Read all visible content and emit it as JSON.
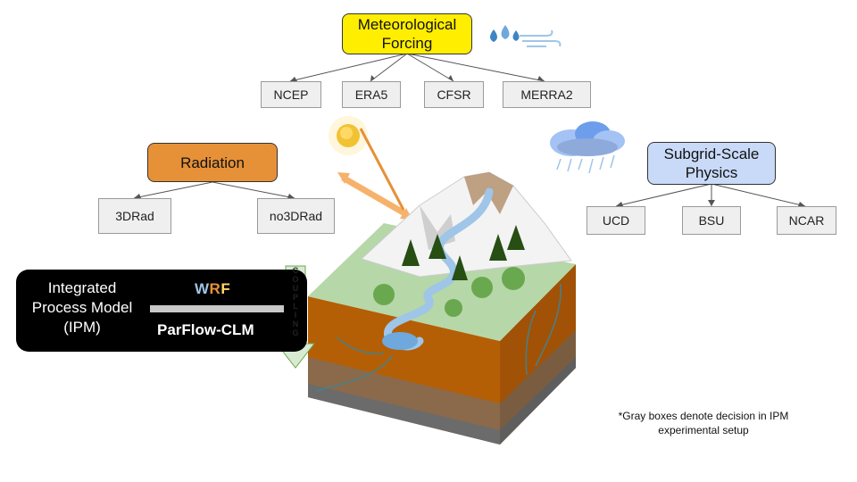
{
  "meteorological": {
    "title": "Meteorological Forcing",
    "options": [
      "NCEP",
      "ERA5",
      "CFSR",
      "MERRA2"
    ]
  },
  "radiation": {
    "title": "Radiation",
    "options": [
      "3DRad",
      "no3DRad"
    ]
  },
  "subgrid": {
    "title": "Subgrid-Scale Physics",
    "options": [
      "UCD",
      "BSU",
      "NCAR"
    ]
  },
  "ipm": {
    "label": "Integrated Process Model (IPM)",
    "wrf_letters": [
      "W",
      "R",
      "F"
    ],
    "wrf_colors": [
      "#9fc5e8",
      "#e69138",
      "#ffd966"
    ],
    "parflow": "ParFlow-CLM",
    "coupling": "COUPLING"
  },
  "note": "*Gray boxes denote decision in IPM experimental setup",
  "icons": [
    "rain-wind-icon",
    "sun-icon",
    "storm-cloud-icon",
    "landscape-block-icon"
  ]
}
